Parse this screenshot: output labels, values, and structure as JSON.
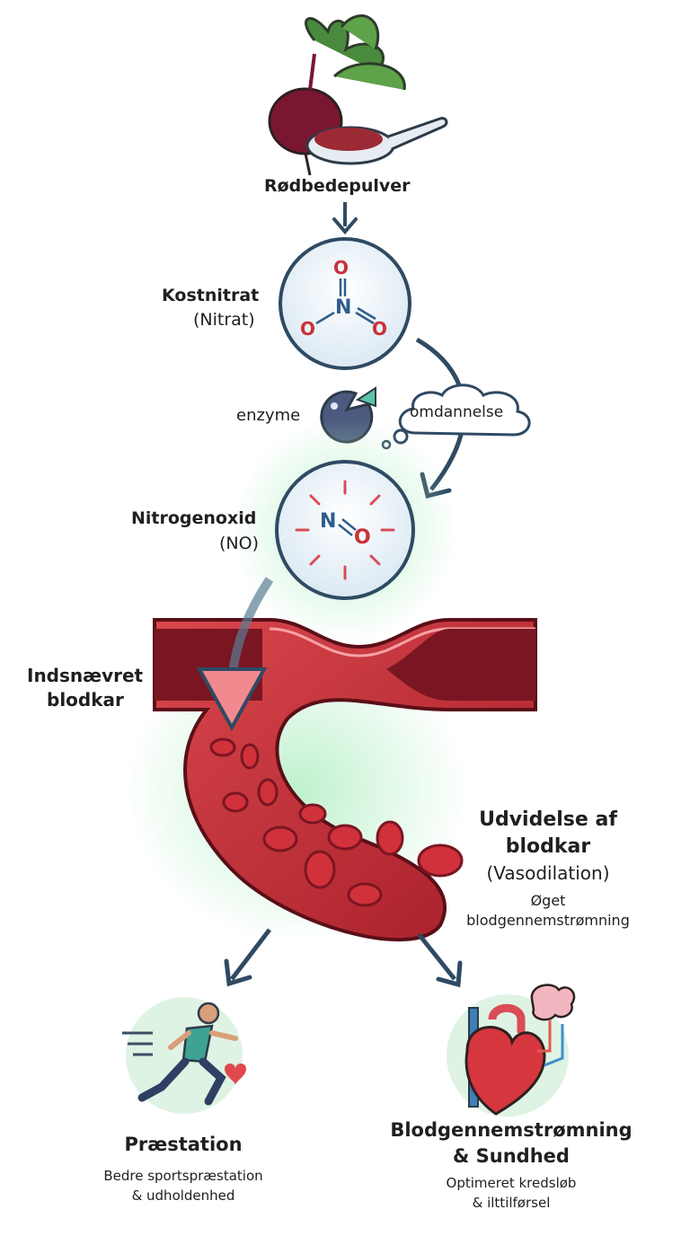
{
  "beet": {
    "title": "Rødbedepulver"
  },
  "nitrate": {
    "title": "Kostnitrat",
    "subtitle": "(Nitrat)",
    "molecule": {
      "o_top": "O",
      "n": "N",
      "o_left": "O",
      "o_right": "O"
    }
  },
  "enzyme": {
    "label": "enzyme"
  },
  "conversion": {
    "label": "omdannelse"
  },
  "nitric_oxide": {
    "title": "Nitrogenoxid",
    "subtitle": "(NO)",
    "molecule": {
      "n": "N",
      "o": "O"
    }
  },
  "narrowed_vessel": {
    "line1": "Indsnævret",
    "line2": "blodkar"
  },
  "dilation": {
    "line1": "Udvidelse af",
    "line2": "blodkar",
    "subtitle": "(Vasodilation)",
    "note1": "Øget",
    "note2": "blodgennemstrømning"
  },
  "performance": {
    "title": "Præstation",
    "line1": "Bedre sportspræstation",
    "line2": "& udholdenhed"
  },
  "health": {
    "title1": "Blodgennemstrømning",
    "title2": "& Sundhed",
    "line1": "Optimeret kredsløb",
    "line2": "& ilttilførsel"
  },
  "colors": {
    "arrow": "#2f4a63",
    "blood": "#b3242d",
    "vessel_dark": "#7a1622",
    "glow": "#b7f0c8",
    "nitrogen": "#2f5d8a",
    "oxygen": "#c8323a"
  }
}
